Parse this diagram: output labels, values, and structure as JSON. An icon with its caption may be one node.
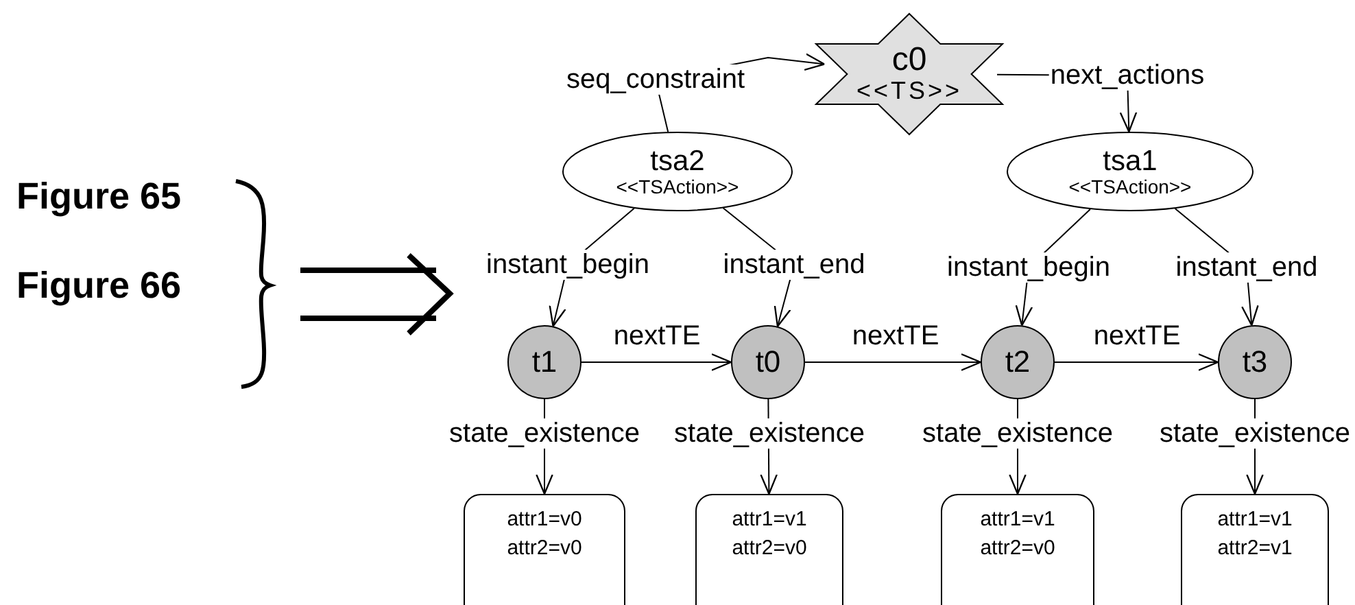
{
  "diagram": {
    "nodes": [
      {
        "text": [
          "c0",
          "<<TS>>"
        ]
      },
      {
        "text": [
          "tsa2",
          "<<TSAction>>"
        ]
      },
      {
        "text": [
          "tsa1",
          "<<TSAction>>"
        ]
      },
      {
        "text": [
          "t1"
        ]
      },
      {
        "text": [
          "t0"
        ]
      },
      {
        "text": [
          "t2"
        ]
      },
      {
        "text": [
          "t3"
        ]
      },
      {
        "text": [
          "attr1=v0",
          "attr2=v0"
        ]
      },
      {
        "text": [
          "attr1=v1",
          "attr2=v0"
        ]
      },
      {
        "text": [
          "attr1=v1",
          "attr2=v0"
        ]
      },
      {
        "text": [
          "attr1=v1",
          "attr2=v1"
        ]
      }
    ],
    "edges": [
      {
        "from": 1,
        "to": 0,
        "arrow": "to",
        "label": "seq_constraint"
      },
      {
        "from": 0,
        "to": 2,
        "arrow": "to",
        "label": "next_actions"
      },
      {
        "from": 1,
        "to": 3,
        "arrow": "to",
        "label": "instant_begin"
      },
      {
        "from": 1,
        "to": 4,
        "arrow": "to",
        "label": "instant_end"
      },
      {
        "from": 2,
        "to": 5,
        "arrow": "to",
        "label": "instant_begin"
      },
      {
        "from": 2,
        "to": 6,
        "arrow": "to",
        "label": "instant_end"
      },
      {
        "from": 3,
        "to": 4,
        "arrow": "to",
        "label": "nextTE"
      },
      {
        "from": 4,
        "to": 5,
        "arrow": "to",
        "label": "nextTE"
      },
      {
        "from": 5,
        "to": 6,
        "arrow": "to",
        "label": "nextTE"
      },
      {
        "from": 3,
        "to": 7,
        "arrow": "to",
        "label": "state_existence"
      },
      {
        "from": 4,
        "to": 8,
        "arrow": "to",
        "label": "state_existence"
      },
      {
        "from": 5,
        "to": 9,
        "arrow": "to",
        "label": "state_existence"
      },
      {
        "from": 6,
        "to": 10,
        "arrow": "to",
        "label": "state_existence"
      }
    ],
    "labels": [
      "Figure 65",
      "Figure 66"
    ]
  }
}
